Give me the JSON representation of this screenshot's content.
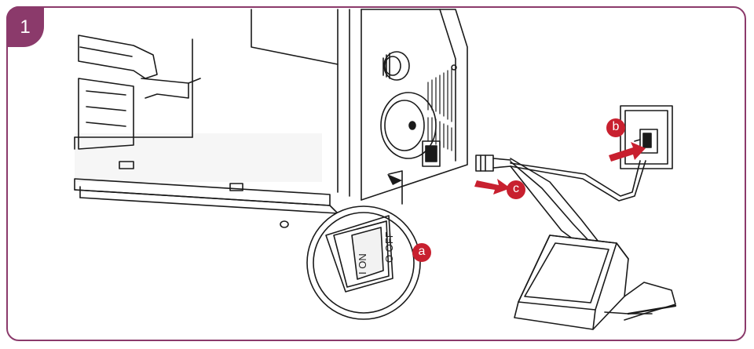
{
  "step": {
    "number": "1"
  },
  "colors": {
    "accent": "#8b3a6b",
    "badge": "#c8202f",
    "line": "#1a1a1a",
    "gray": "#8a8a8a"
  },
  "switch": {
    "on_label": "I ON",
    "off_label": "O OFF"
  },
  "callouts": [
    {
      "letter": "a",
      "target": "power switch"
    },
    {
      "letter": "b",
      "target": "wall outlet"
    },
    {
      "letter": "c",
      "target": "machine socket"
    }
  ]
}
